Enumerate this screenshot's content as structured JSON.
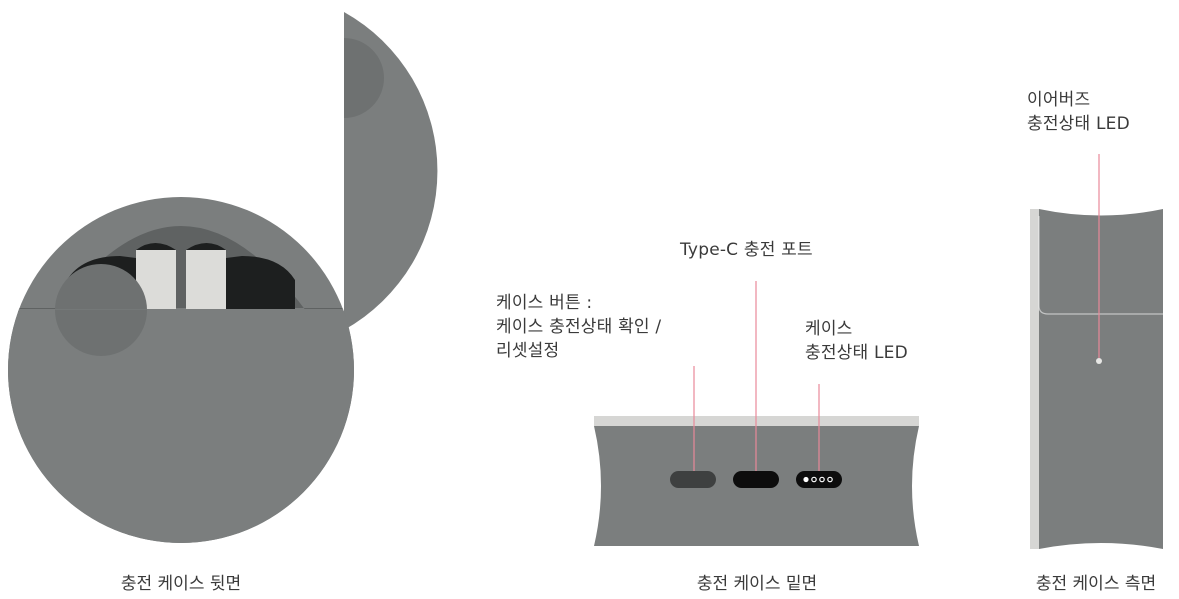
{
  "colors": {
    "case_body": "#7b7e7e",
    "case_shadow": "#6e7171",
    "inner_shade": "#5f6262",
    "earbud_dark": "#1d1f1f",
    "earbud_stem": "#dcdcd9",
    "rim_light": "#d6d6d4",
    "port_black": "#0d0d0d",
    "button_dark": "#3e4040",
    "callout_line": "#e8899a",
    "text": "#3a3a3a",
    "background": "#ffffff"
  },
  "views": {
    "back": {
      "caption": "충전 케이스 뒷면"
    },
    "bottom": {
      "caption": "충전 케이스 밑면",
      "labels": {
        "usb_port": "Type-C 충전 포트",
        "case_button_line1": "케이스 버튼 :",
        "case_button_line2": "케이스 충전상태 확인 /",
        "case_button_line3": "리셋설정",
        "case_led_line1": "케이스",
        "case_led_line2": "충전상태 LED"
      }
    },
    "side": {
      "caption": "충전 케이스 측면",
      "labels": {
        "earbud_led_line1": "이어버즈",
        "earbud_led_line2": "충전상태 LED"
      }
    }
  }
}
